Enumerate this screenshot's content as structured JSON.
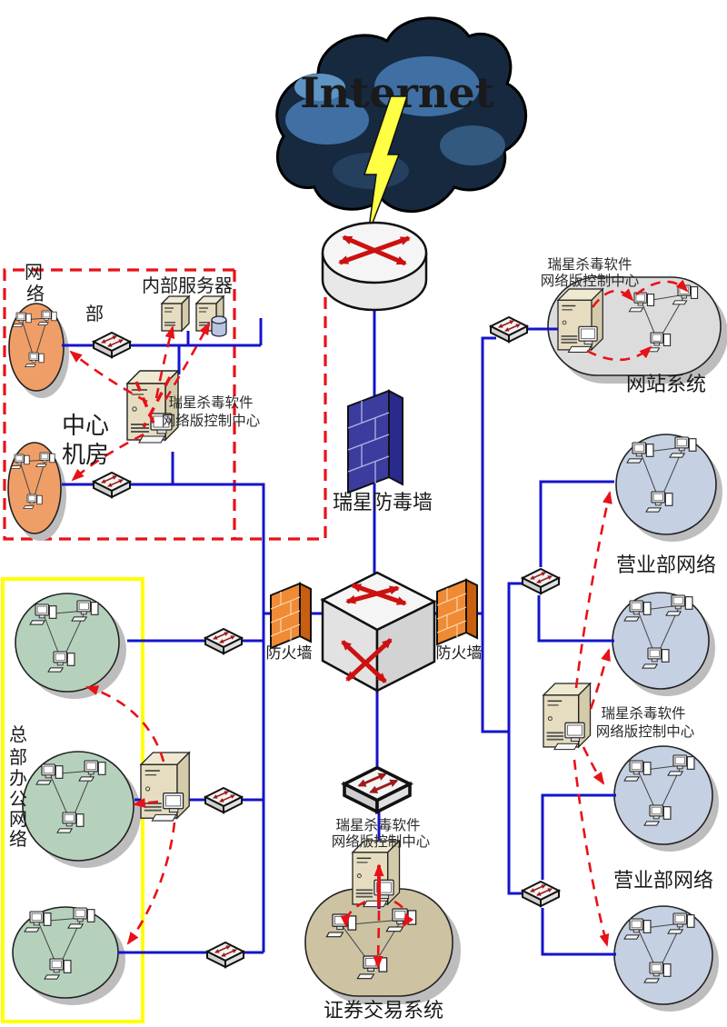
{
  "diagram": {
    "internet_label": "Internet",
    "antivirus_wall_label": "瑞星防毒墙",
    "firewall_label": "防火墙",
    "control_center_label": {
      "line1": "瑞星杀毒软件",
      "line2": "网络版控制中心"
    },
    "left_zone": {
      "network_dept_label": "网络部",
      "internal_servers_label": "内部服务器",
      "center_room_label": {
        "line1": "中心",
        "line2": "机房"
      }
    },
    "hq_zone": {
      "label": "总部办公网络"
    },
    "website_system_label": "网站系统",
    "branch_network_label": "营业部网络",
    "securities_system_label": "证券交易系统",
    "colors": {
      "link_blue": "#1414cc",
      "control_red": "#e81118",
      "hq_zone_yellow": "#ffff00",
      "left_zone_red": "#e81118",
      "network_dept_fill": "#ef9e68",
      "hq_lan_fill": "#b5d1bc",
      "branch_lan_fill": "#c5d0e2",
      "website_fill": "#dcdcdc",
      "securities_fill": "#cdc2a2",
      "internet_text": "#ee1111"
    }
  }
}
